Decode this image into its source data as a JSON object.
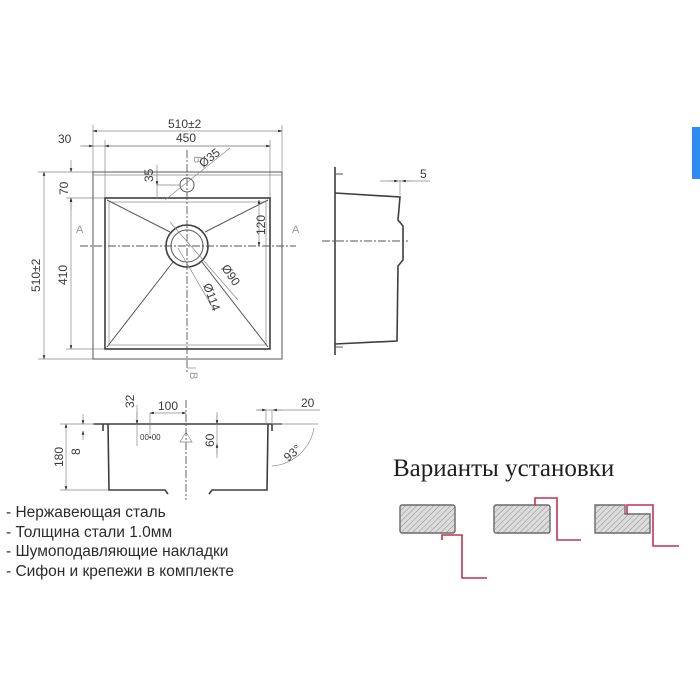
{
  "top_view": {
    "dims": {
      "overall_width": "510±2",
      "bowl_width": "450",
      "side_margin": "30",
      "overall_depth": "510±2",
      "bowl_depth": "410",
      "rear_margin": "70",
      "tap_hole_offset": "35",
      "tap_hole_diameter": "Ø35",
      "drain_outer_diameter": "Ø114",
      "drain_inner_diameter": "Ø90",
      "drain_offset": "120"
    },
    "section_labels": {
      "a_left": "A",
      "a_right": "A",
      "b_top": "B",
      "b_bottom": "B"
    }
  },
  "side_view": {
    "dims": {
      "rim_offset": "5"
    }
  },
  "section_view": {
    "dims": {
      "depth": "180",
      "rim_height": "8",
      "overflow_offset": "32",
      "overflow_distance": "100",
      "overflow_height": "60",
      "flange_width": "20",
      "wall_angle": "93°",
      "overflow_mark": "00•00"
    }
  },
  "features": [
    "- Нержавеющая сталь",
    "- Толщина стали 1.0мм",
    "- Шумоподавляющие накладки",
    "- Сифон и крепежи в комплекте"
  ],
  "installation": {
    "title": "Варианты установки",
    "variants": [
      {
        "name": "undermount"
      },
      {
        "name": "overmount"
      },
      {
        "name": "flush-mount"
      }
    ]
  },
  "colors": {
    "drawing_line": "#555555",
    "installation_red": "#c2334f",
    "accent_blue": "#2f8cf0",
    "background": "#ffffff"
  }
}
